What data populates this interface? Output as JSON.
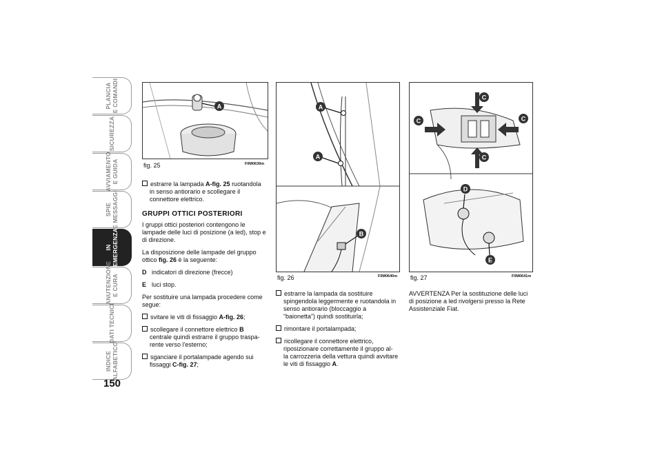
{
  "page_number": "150",
  "tabs": [
    {
      "label": "PLANCIA\nE COMANDI",
      "active": false
    },
    {
      "label": "SICUREZZA",
      "active": false
    },
    {
      "label": "AVVIAMENTO\nE GUIDA",
      "active": false
    },
    {
      "label": "SPIE\nE MESSAGGI",
      "active": false
    },
    {
      "label": "IN\nEMERGENZA",
      "active": true
    },
    {
      "label": "MANUTENZIONE\nE CURA",
      "active": false
    },
    {
      "label": "DATI TECNICI",
      "active": false
    },
    {
      "label": "INDICE\nALFABETICO",
      "active": false
    }
  ],
  "figures": {
    "fig25": {
      "label": "fig. 25",
      "code": "F0M0639m",
      "callouts": [
        "A"
      ]
    },
    "fig26": {
      "label": "fig. 26",
      "code": "F0M0640m",
      "callouts": [
        "A",
        "A",
        "B"
      ]
    },
    "fig27": {
      "label": "fig. 27",
      "code": "F0M0641m",
      "callouts": [
        "C",
        "C",
        "C",
        "C",
        "D",
        "E"
      ]
    }
  },
  "col1": {
    "bullet1": {
      "pre": "estrarre la lampada ",
      "bold": "A-fig. 25",
      "post": " ruotandola in senso antiorario e scollegare il connettore elettrico."
    },
    "heading": "GRUPPI OTTICI POSTERIORI",
    "para1": "I gruppi ottici posteriori contengono le lampade delle luci di posizione (a led), stop e di direzione.",
    "para2_pre": "La disposizione delle lampade del gruppo ottico ",
    "para2_bold": "fig. 26",
    "para2_post": " è la seguente:",
    "def_d_key": "D",
    "def_d_text": "indicatori di direzione (frecce)",
    "def_e_key": "E",
    "def_e_text": "luci stop.",
    "para3": "Per sostituire una lampada procedere come segue:",
    "bullet2": {
      "pre": "svitare le viti di fissaggio ",
      "bold": "A-fig. 26",
      "post": ";"
    },
    "bullet3": {
      "pre": "scollegare il connettore elettrico ",
      "bold": "B",
      "post": " centrale quindi estrarre il gruppo traspa- rente verso l'esterno;"
    },
    "bullet4": {
      "pre": "sganciare il portalampade agendo sui fissaggi ",
      "bold": "C-fig. 27",
      "post": ";"
    }
  },
  "col2": {
    "bullet1": {
      "pre": "estrarre la lampada da sostituire spingendola leggermente e ruotandola in senso antiorario (bloccaggio a “baionetta”) quindi sostituirla;",
      "bold": "",
      "post": ""
    },
    "bullet2": {
      "pre": "rimontare il portalampada;",
      "bold": "",
      "post": ""
    },
    "bullet3": {
      "pre": "ricollegare il connettore elettrico, riposizionare correttamente il gruppo al- la carrozzeria della vettura quindi avvitare le viti di fissaggio ",
      "bold": "A",
      "post": "."
    }
  },
  "col3": {
    "warning": "AVVERTENZA Per la sostituzione delle luci di posizione a led rivolgersi presso la Rete Assistenziale Fiat."
  }
}
